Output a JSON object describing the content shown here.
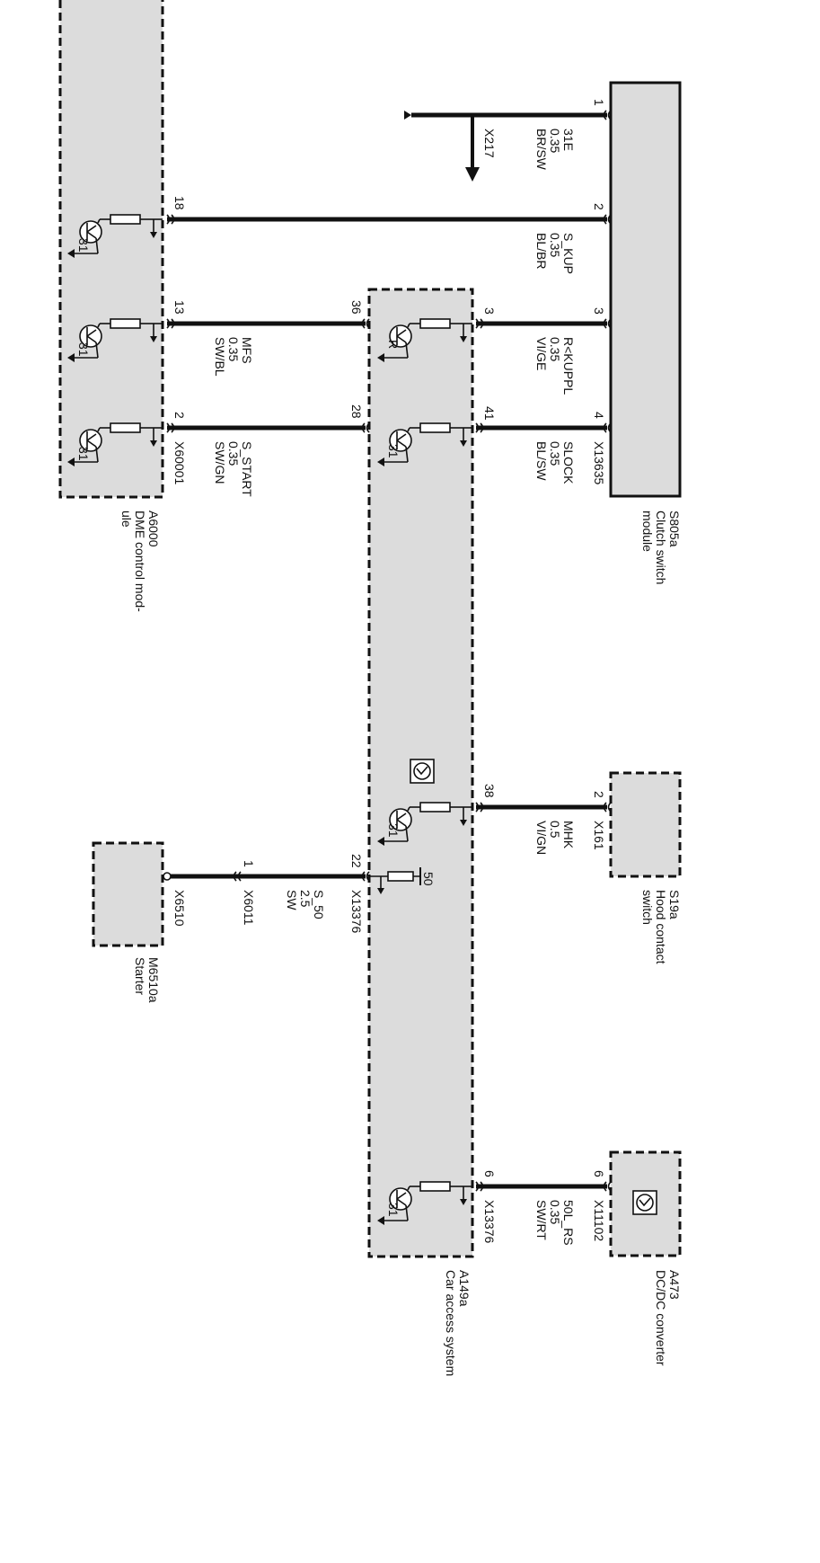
{
  "components": {
    "s805a": {
      "id": "S805a",
      "name_lines": [
        "Clutch switch",
        "module"
      ],
      "connector": "X13635"
    },
    "a6000": {
      "id": "A6000",
      "name_lines": [
        "DME control mod-",
        "ule"
      ],
      "connector": "X60001"
    },
    "a149a": {
      "id": "A149a",
      "name": "Car access system",
      "connector_left": "X13376",
      "connector_right": "X13376"
    },
    "s19a": {
      "id": "S19a",
      "name_lines": [
        "Hood contact",
        "switch"
      ],
      "connector": "X161"
    },
    "m6510a": {
      "id": "M6510a",
      "name": "Starter",
      "connector": "X6510",
      "inline_connector": "X6011"
    },
    "a473": {
      "id": "A473",
      "name": "DC/DC converter",
      "connector": "X11102"
    }
  },
  "ground_label": "31",
  "x217": "X217",
  "feed_label": "50",
  "r_label": "R",
  "wires": [
    {
      "lines": [
        "31E",
        "0.35",
        "BR/SW"
      ],
      "pin_a": "1"
    },
    {
      "lines": [
        "S_KUP",
        "0.35",
        "BL/BR"
      ],
      "pin_a": "2",
      "pin_b": "18"
    },
    {
      "lines": [
        "R<KUPPL",
        "0.35",
        "VI/GE"
      ],
      "pin_a": "3",
      "pin_b": "3"
    },
    {
      "lines": [
        "SLOCK",
        "0.35",
        "BL/SW"
      ],
      "pin_a": "4",
      "pin_b": "41"
    },
    {
      "lines": [
        "MFS",
        "0.35",
        "SW/BL"
      ],
      "pin_a": "36",
      "pin_b": "13"
    },
    {
      "lines": [
        "S_START",
        "0.35",
        "SW/GN"
      ],
      "pin_a": "28",
      "pin_b": "2"
    },
    {
      "lines": [
        "MHK",
        "0.5",
        "VI/GN"
      ],
      "pin_a": "2",
      "pin_b": "38"
    },
    {
      "lines": [
        "S_50",
        "2.5",
        "SW"
      ],
      "pin_a": "22",
      "pin_b": "1"
    },
    {
      "lines": [
        "50L_RS",
        "0.35",
        "SW/RT"
      ],
      "pin_a": "6",
      "pin_b": "6"
    }
  ]
}
